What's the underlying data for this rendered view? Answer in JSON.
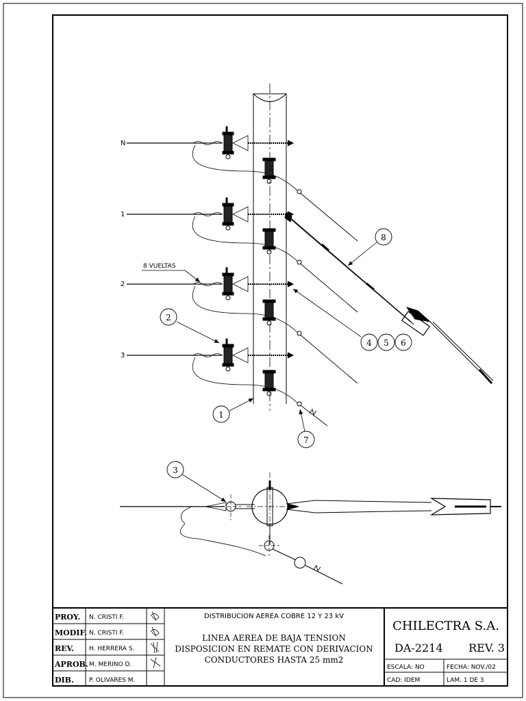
{
  "drawing": {
    "phase_labels": [
      "N",
      "1",
      "2",
      "3"
    ],
    "turns_note": "8 VUELTAS",
    "callouts": {
      "c1": "1",
      "c2": "2",
      "c3": "3",
      "c4": "4",
      "c5": "5",
      "c6": "6",
      "c7": "7",
      "c8": "8"
    }
  },
  "title_block": {
    "roles": {
      "proy": {
        "label": "PROY.",
        "name": "N. CRISTI F."
      },
      "modif": {
        "label": "MODIF.",
        "name": "N. CRISTI F."
      },
      "rev": {
        "label": "REV.",
        "name": "H. HERRERA S."
      },
      "aprob": {
        "label": "APROB.",
        "name": "M. MERINO D."
      },
      "dib": {
        "label": "DIB.",
        "name": "P. OLIVARES M."
      }
    },
    "subject": "DISTRIBUCION AEREA COBRE 12 Y 23 kV",
    "title_lines": [
      "LINEA AEREA DE BAJA TENSION",
      "DISPOSICION EN REMATE CON DERIVACION",
      "CONDUCTORES HASTA 25 mm2"
    ],
    "company": "CHILECTRA S.A.",
    "drawing_number": "DA-2214",
    "revision": "REV. 3",
    "scale": "ESCALA:  NO",
    "date": "FECHA: NOV./02",
    "cad": "CAD: IDEM",
    "sheet": "LAM. 1 DE 3"
  }
}
